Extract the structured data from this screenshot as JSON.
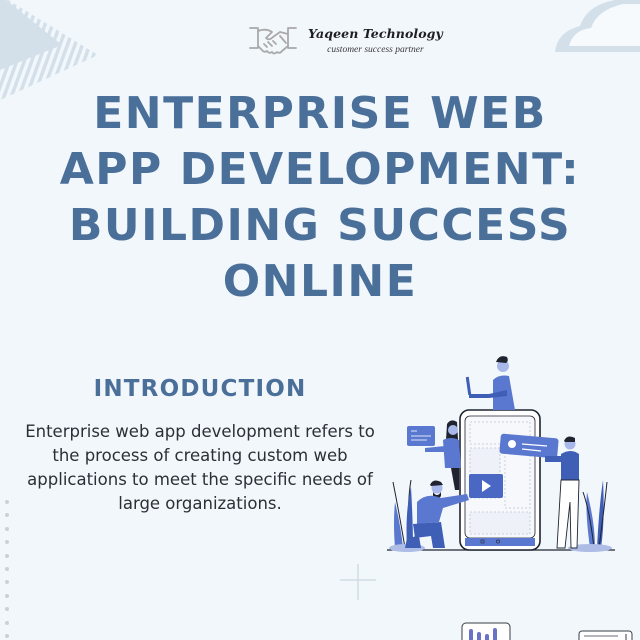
{
  "brand": {
    "name": "Yaqeen Technology",
    "tagline": "customer success partner",
    "logo_icon": "handshake-icon"
  },
  "title": {
    "lines": [
      "ENTERPRISE WEB",
      "APP DEVELOPMENT:",
      "BUILDING SUCCESS",
      "ONLINE"
    ]
  },
  "introduction": {
    "heading": "INTRODUCTION",
    "body": "Enterprise web app development refers to the process of creating custom web applications to meet the specific needs of large organizations."
  },
  "illustration": {
    "subject": "team-building-mobile-app-illustration",
    "elements": [
      "smartphone",
      "developer-with-laptop",
      "woman-with-chat-card",
      "man-kneeling-with-video-card",
      "man-holding-message-card",
      "plants"
    ]
  },
  "decorations": {
    "top_left": "striped-triangle",
    "top_right": "cloud",
    "bottom_center": "plus-sign",
    "left_edge": "dot-column"
  },
  "colors": {
    "background": "#f2f7fc",
    "title": "#4a6f99",
    "body_text": "#2c2f36",
    "illustration_blue": "#5a78cf",
    "decor_light": "#d3e0ea"
  }
}
